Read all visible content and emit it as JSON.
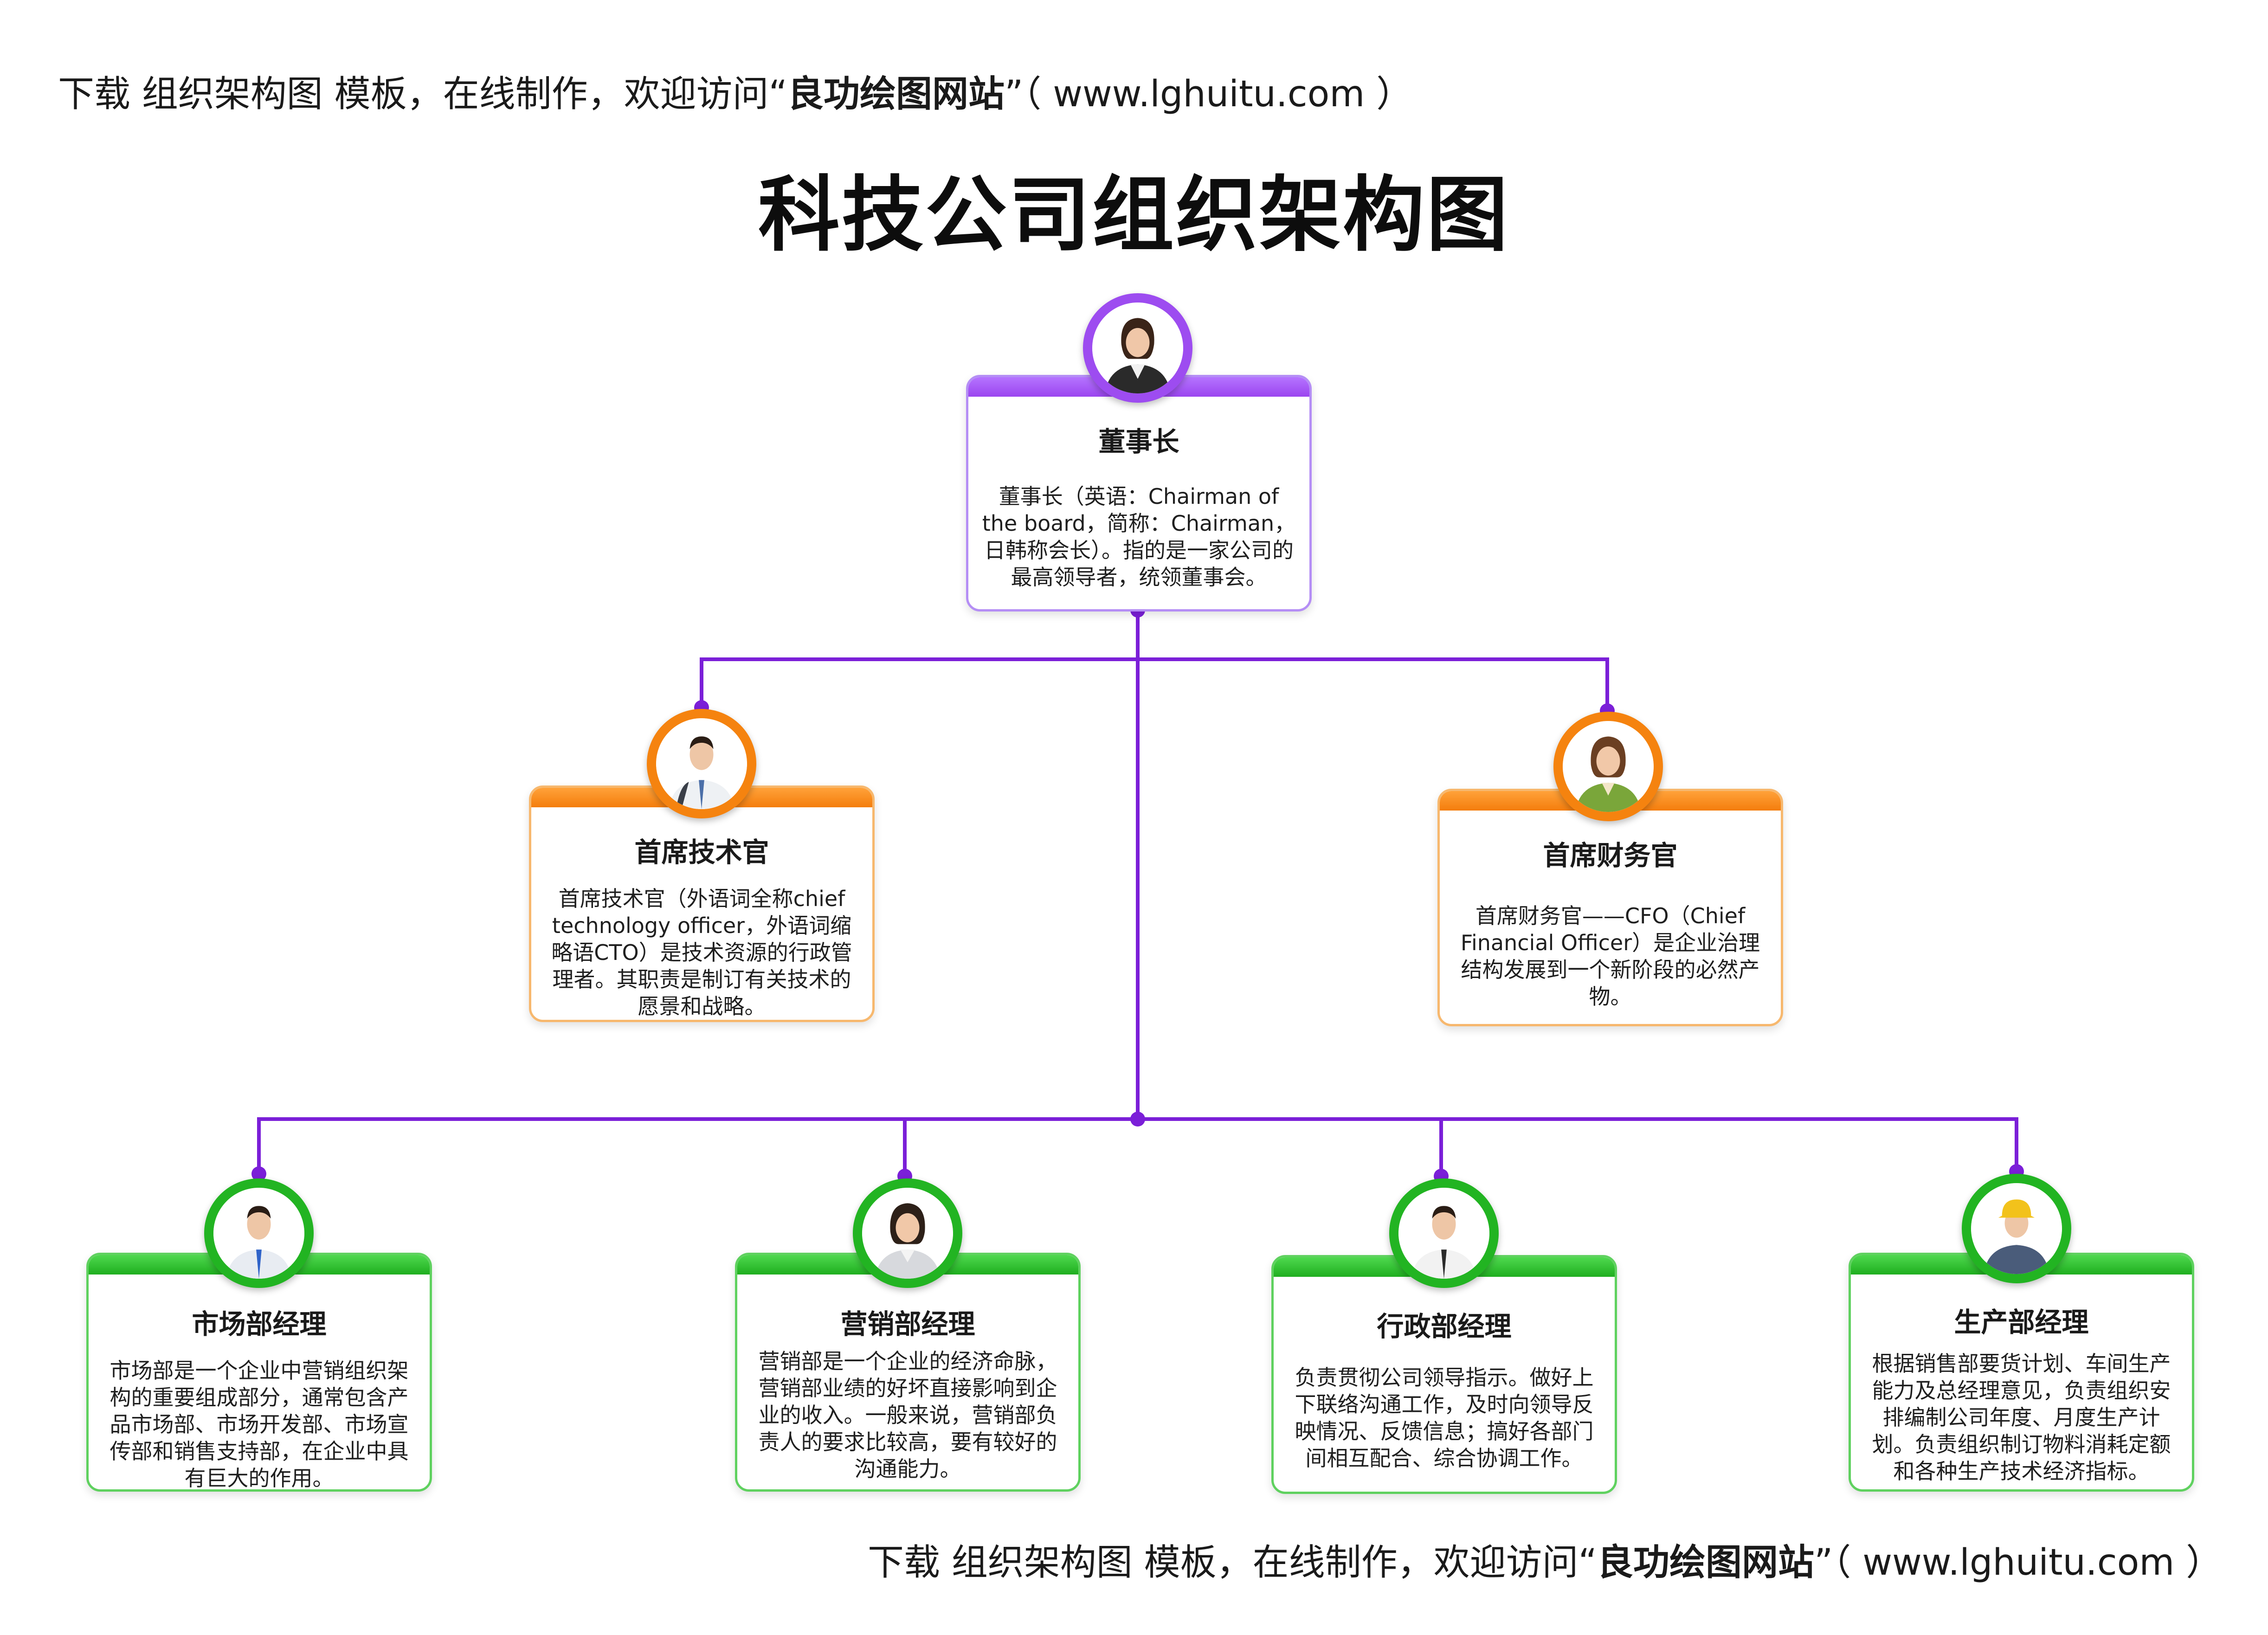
{
  "banner": {
    "prefix": "下载 组织架构图 模板，在线制作，欢迎访问“",
    "site_name": "良功绘图网站",
    "suffix": "”（ www.lghuitu.com ）"
  },
  "title": "科技公司组织架构图",
  "nodes": {
    "chairman": {
      "name": "董事长",
      "desc": "董事长（英语：Chairman of the board，简称：Chairman，日韩称会长）。指的是一家公司的最高领导者，统领董事会。",
      "avatar": "businesswoman-avatar-icon"
    },
    "cto": {
      "name": "首席技术官",
      "desc": "首席技术官（外语词全称chief technology officer，外语词缩略语CTO）是技术资源的行政管理者。其职责是制订有关技术的愿景和战略。",
      "avatar": "businessman-avatar-icon"
    },
    "cfo": {
      "name": "首席财务官",
      "desc": "首席财务官——CFO（Chief Financial Officer）是企业治理结构发展到一个新阶段的必然产物。",
      "avatar": "businesswoman-green-avatar-icon"
    },
    "marketing": {
      "name": "市场部经理",
      "desc": "市场部是一个企业中营销组织架构的重要组成部分，通常包含产品市场部、市场开发部、市场宣传部和销售支持部，在企业中具有巨大的作用。",
      "avatar": "businessman-blue-tie-avatar-icon"
    },
    "sales": {
      "name": "营销部经理",
      "desc": "营销部是一个企业的经济命脉，营销部业绩的好坏直接影响到企业的收入。一般来说，营销部负责人的要求比较高，要有较好的沟通能力。",
      "avatar": "businesswoman-gray-avatar-icon"
    },
    "admin": {
      "name": "行政部经理",
      "desc": "负责贯彻公司领导指示。做好上下联络沟通工作，及时向领导反映情况、反馈信息；搞好各部门间相互配合、综合协调工作。",
      "avatar": "businessman-dark-tie-avatar-icon"
    },
    "production": {
      "name": "生产部经理",
      "desc": "根据销售部要货计划、车间生产能力及总经理意见，负责组织安排编制公司年度、月度生产计划。负责组织制订物料消耗定额和各种生产技术经济指标。",
      "avatar": "worker-hardhat-avatar-icon"
    }
  },
  "colors": {
    "connector": "#7b1fd8",
    "purple": "#9d4cf0",
    "orange": "#f5830f",
    "green": "#22b422"
  }
}
